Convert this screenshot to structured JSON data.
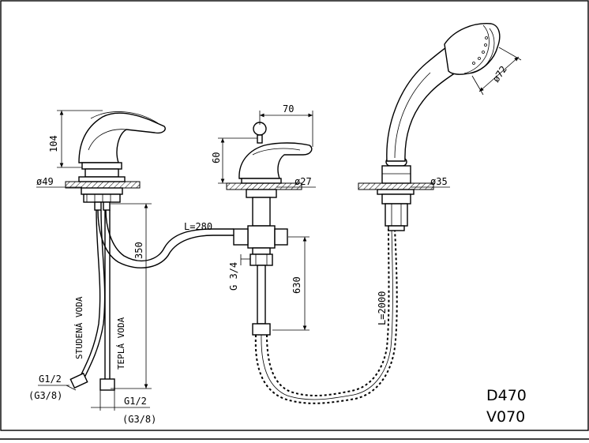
{
  "labels": {
    "basin_height": "104",
    "basin_diam": "ø49",
    "spout_width": "70",
    "diverter_height": "60",
    "diverter_diam": "ø27",
    "shower_diam": "ø35",
    "head_diam": "ø72",
    "connector_length": "L=280",
    "connector_drop": "350",
    "thread_main": "G 3/4",
    "outlet_drop": "630",
    "hose_length": "L=2000",
    "cold_water": "STUDENÁ VODA",
    "hot_water": "TEPLÁ VODA",
    "thread_left": "G1/2",
    "thread_left_alt": "(G3/8)",
    "thread_right": "G1/2",
    "thread_right_alt": "(G3/8)",
    "code_1": "D470",
    "code_2": "V070"
  }
}
